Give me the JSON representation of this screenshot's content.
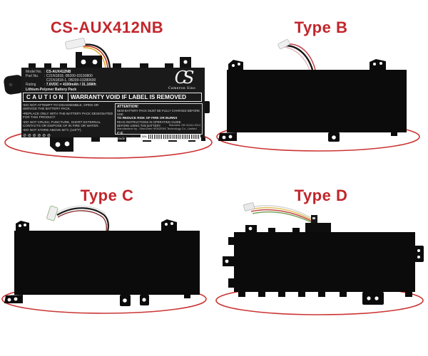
{
  "colors": {
    "accent_red": "#c2262c",
    "highlight_ellipse_red": "#cc3434",
    "battery_black": "#0b0b0b",
    "label_background": "#1a1a1a",
    "label_text": "#d4d4d4",
    "page_background": "#ffffff"
  },
  "sections": {
    "main": {
      "title": "CS-AUX412NB"
    },
    "type_b": {
      "title": "Type B"
    },
    "type_c": {
      "title": "Type C"
    },
    "type_d": {
      "title": "Type D"
    }
  },
  "battery_label": {
    "model_label": "Model No.",
    "model_value": "CS-AUX412NB",
    "part_label": "Part No.",
    "part_value_line1": "C21N1818, 0B200-03190800",
    "part_value_line2": "C21N1818-1, 0B200-03280600",
    "rating_label": "Rating",
    "rating_value": "7.6VDC = 4100mAh / 31.16Wh",
    "chemistry": "Lithium-Polymer Battery Pack",
    "caution_word": "CAUTION",
    "warranty_text": "WARRANTY VOID IF LABEL IS REMOVED",
    "warnings": [
      "•DO NOT ATTEMPT TO DISASSEMBLE, OPEN OR SERVICE THE BATTERY PACK.",
      "•REPLACE ONLY WITH THE BATTERY PACK DESIGNATED FOR THIS PRODUCT.",
      "•DO NOT CRUSH, PUNCTURE, SHORT EXTERNAL CONTACTS OR DISPOSE OF IN FIRE OR WATER.",
      "•DO NOT STORE ABOVE 60°C (140°F)."
    ],
    "cert_icons_glyphs": "⊘⊘⊘⊘⊘⊘",
    "attention_title": "ATTENTION!",
    "attention_line1": "NEW BATTERY PACK MUST BE FULLY CHARGED BEFORE USE.",
    "attention_line2": "TO REDUCE RISK OF FIRE OR BURNS",
    "attention_line3": "READ INSTRUCTIONS IN OPERATING GUIDE",
    "attention_line4": "BEFORE USING THE BATTERY.",
    "standard": "Standard: GB 31241-2014",
    "manufacturer": "Manufacturer by : ShenZhen HENZENS Technology Co., Limited",
    "ce_mark": "CE",
    "made_in": "Made in China",
    "sn_label": "S/N:",
    "logo_monogram": "CS",
    "logo_name": "Cameron Sino"
  }
}
